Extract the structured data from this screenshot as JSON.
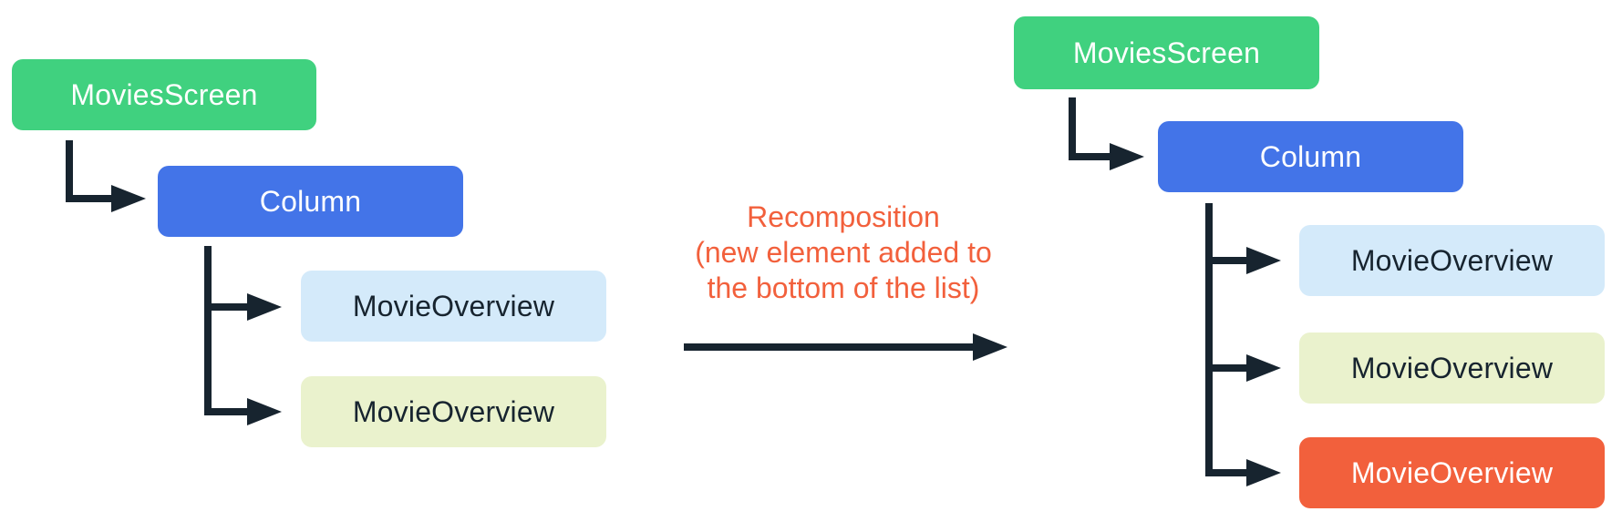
{
  "colors": {
    "root_green": "#40D17F",
    "container_blue": "#4374E8",
    "child_blue": "#D4EAFA",
    "child_yellow": "#EAF2CD",
    "new_element_orange": "#F2603C",
    "annotation_orange": "#F2603C",
    "connector_dark": "#17242F"
  },
  "diagram": {
    "before": {
      "root": {
        "label": "MoviesScreen"
      },
      "container": {
        "label": "Column"
      },
      "children": [
        {
          "label": "MovieOverview",
          "is_new": false
        },
        {
          "label": "MovieOverview",
          "is_new": false
        }
      ]
    },
    "transition": {
      "label_lines": [
        "Recomposition",
        "(new element added to",
        "the bottom of the list)"
      ]
    },
    "after": {
      "root": {
        "label": "MoviesScreen"
      },
      "container": {
        "label": "Column"
      },
      "children": [
        {
          "label": "MovieOverview",
          "is_new": false
        },
        {
          "label": "MovieOverview",
          "is_new": false
        },
        {
          "label": "MovieOverview",
          "is_new": true
        }
      ]
    }
  }
}
